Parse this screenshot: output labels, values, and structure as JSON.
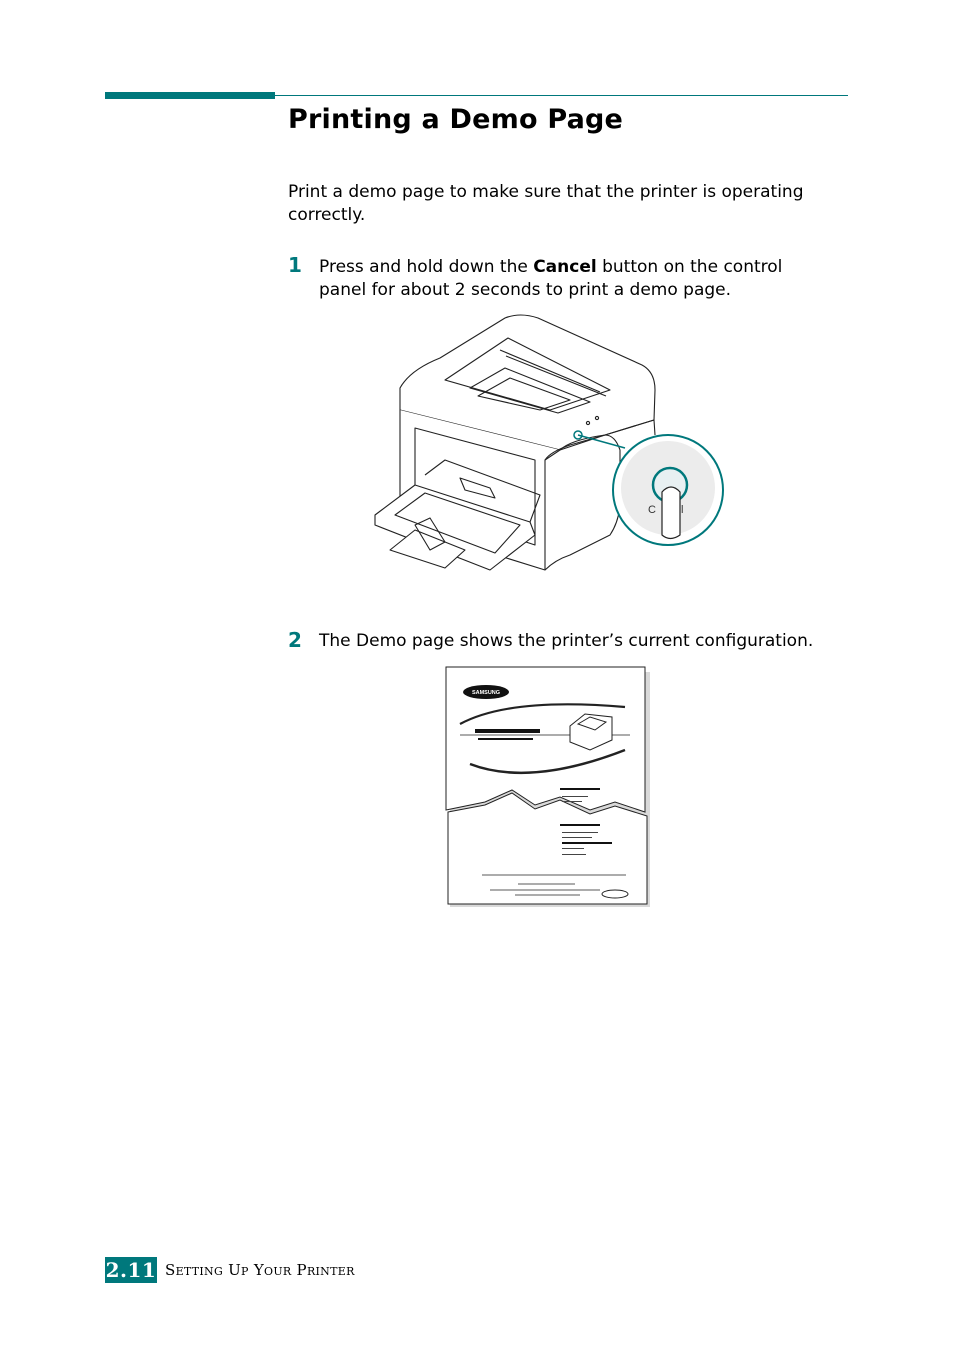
{
  "colors": {
    "accent": "#00787c",
    "text": "#000000"
  },
  "page": {
    "title": "Printing a Demo Page",
    "intro": "Print a demo page to make sure that the printer is operating correctly."
  },
  "steps": [
    {
      "number": "1",
      "text_before": "Press and hold down the ",
      "text_bold": "Cancel",
      "text_after": " button on the control panel for about 2 seconds to print a demo page."
    },
    {
      "number": "2",
      "text": "The Demo page shows the printer’s current configuration."
    }
  ],
  "illustrations": {
    "printer": {
      "button_label": "Cancel",
      "icon": "printer-cancel-button-illustration"
    },
    "demo_page": {
      "brand": "SAMSUNG",
      "icon": "demo-page-illustration"
    }
  },
  "footer": {
    "page_number": "2.11",
    "section": "Setting Up Your Printer"
  }
}
